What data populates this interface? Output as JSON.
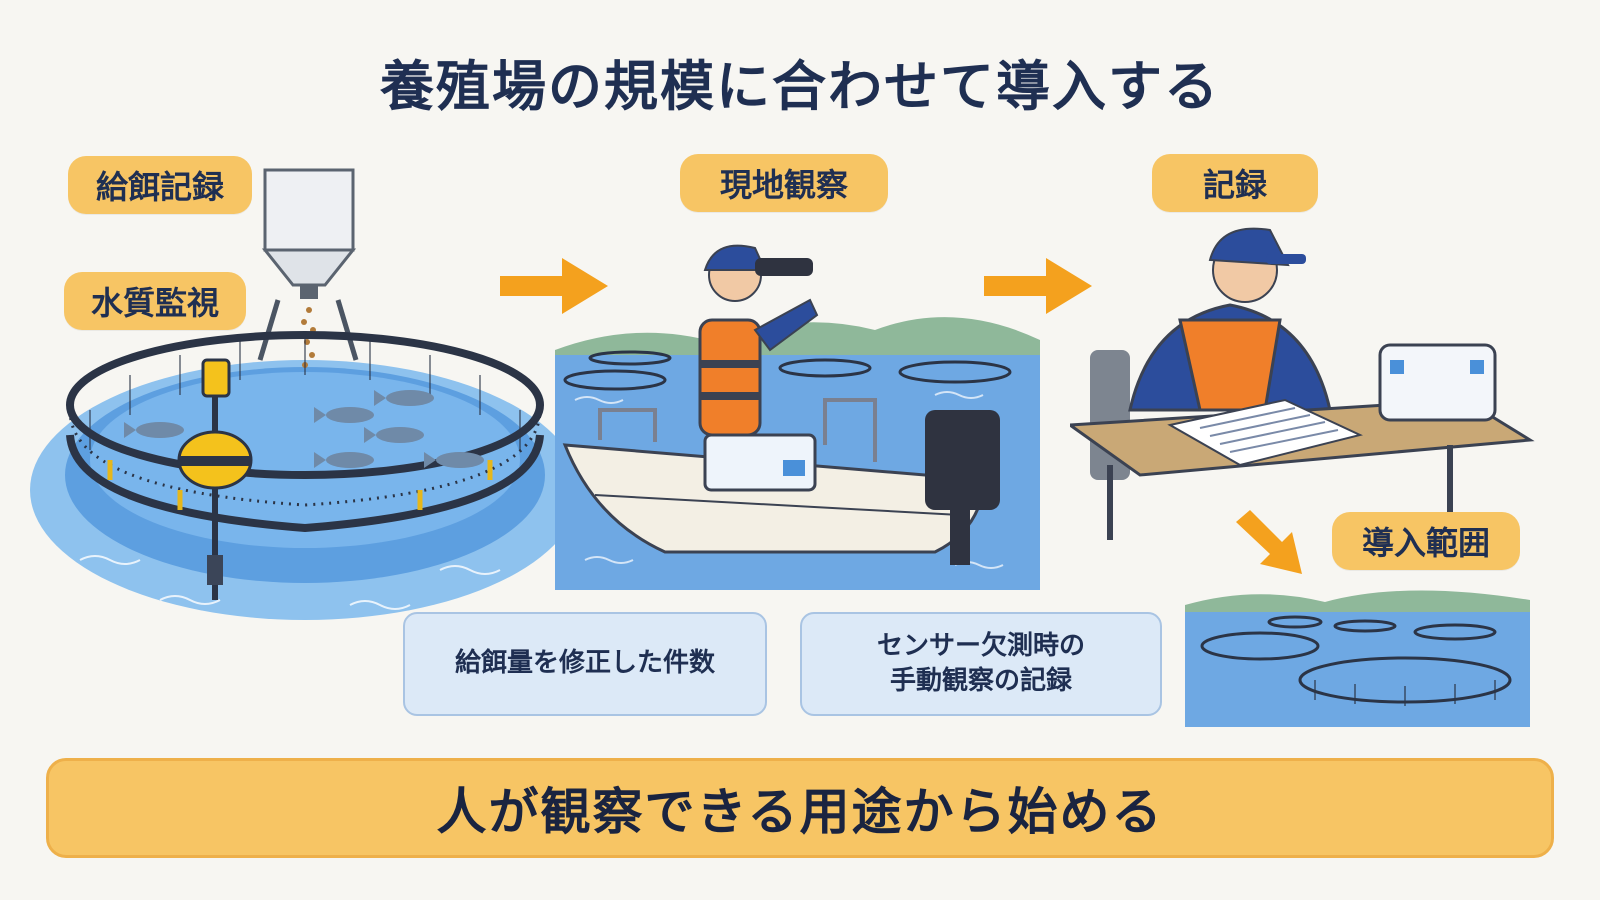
{
  "title": "養殖場の規模に合わせて導入する",
  "labels": {
    "feeding_record": "給餌記録",
    "water_quality": "水質監視",
    "field_observation": "現地観察",
    "record": "記録",
    "scope": "導入範囲"
  },
  "notes": {
    "feed_corrections": "給餌量を修正した件数",
    "manual_obs_line1": "センサー欠測時の",
    "manual_obs_line2": "手動観察の記録"
  },
  "banner": "人が観察できる用途から始める",
  "colors": {
    "accent_orange": "#f4a11e",
    "label_yellow": "#f7c564",
    "navy_text": "#1f2f52",
    "water_blue": "#4a90d9",
    "note_blue": "#dce9f7"
  },
  "icons": [
    "arrow-right-icon",
    "arrow-down-right-icon",
    "fish-cage-icon",
    "feeder-tower-icon",
    "sensor-buoy-icon",
    "boat-icon",
    "worker-binoculars-icon",
    "worker-writing-icon"
  ]
}
